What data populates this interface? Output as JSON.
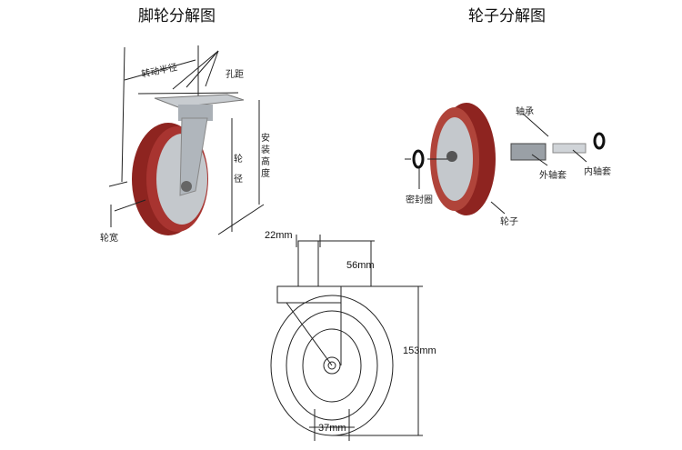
{
  "titles": {
    "caster": "脚轮分解图",
    "wheel": "轮子分解图"
  },
  "caster_labels": {
    "swivel_radius": "转动半径",
    "hole_spacing": "孔距",
    "mount_height": "安装高度",
    "wheel_diameter": "轮径",
    "wheel_width": "轮宽"
  },
  "wheel_labels": {
    "bearing": "轴承",
    "outer_sleeve": "外轴套",
    "inner_sleeve": "内轴套",
    "seal_ring": "密封圈",
    "wheel": "轮子"
  },
  "dimensions": {
    "stem_diameter": "22mm",
    "stem_length": "56mm",
    "height": "153mm",
    "width": "37mm"
  },
  "colors": {
    "tread": "#8e2420",
    "hub": "#b8bcc0"
  }
}
